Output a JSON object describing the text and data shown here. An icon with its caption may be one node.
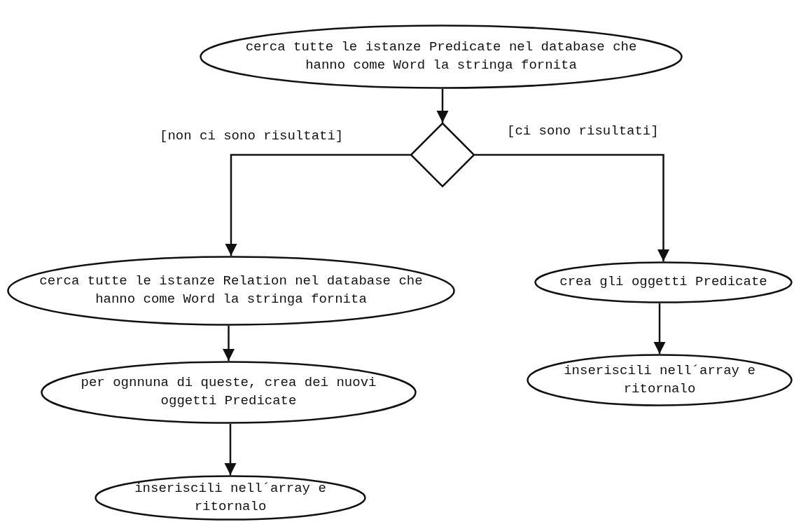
{
  "diagram": {
    "nodes": [
      {
        "text": [
          "cerca tutte le istanze Predicate nel database che hanno come Word la stringa fornita"
        ]
      },
      {
        "text": [],
        "shape": "diamond"
      },
      {
        "text": [
          "cerca tutte le istanze Relation nel database che hanno come Word la stringa fornita"
        ]
      },
      {
        "text": [
          "per ognnuna di queste, crea dei nuovi oggetti Predicate"
        ]
      },
      {
        "text": [
          "inseriscili nell´array e ritornalo"
        ]
      },
      {
        "text": [
          "crea gli oggetti Predicate"
        ]
      },
      {
        "text": [
          "inseriscili nell´array e ritornalo"
        ]
      }
    ],
    "edges": [
      {
        "from": 0,
        "to": 1,
        "arrow": "to"
      },
      {
        "from": 1,
        "to": 2,
        "arrow": "to",
        "label": "[non ci sono risultati]"
      },
      {
        "from": 1,
        "to": 5,
        "arrow": "to",
        "label": "[ci sono risultati]"
      },
      {
        "from": 2,
        "to": 3,
        "arrow": "to"
      },
      {
        "from": 3,
        "to": 4,
        "arrow": "to"
      },
      {
        "from": 5,
        "to": 6,
        "arrow": "to"
      }
    ]
  }
}
